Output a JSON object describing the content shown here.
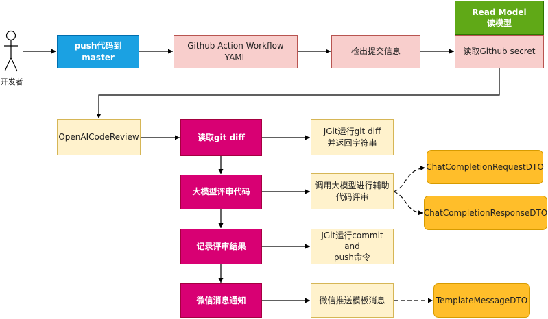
{
  "actor": {
    "label": "开发者"
  },
  "nodes": {
    "push_master": "push代码到master",
    "github_action": "Github Action Workflow YAML",
    "check_commit": "检出提交信息",
    "read_secret": "读取Github secret",
    "read_model_header": "Read Model\n读模型",
    "openai_review": "OpenAICodeReview",
    "read_git_diff": "读取git diff",
    "jgit_diff": "JGit运行git diff\n并返回字符串",
    "llm_review": "大模型评审代码",
    "llm_assist": "调用大模型进行辅助\n代码评审",
    "request_dto": "ChatCompletionRequestDTO",
    "response_dto": "ChatCompletionResponseDTO",
    "record_result": "记录评审结果",
    "jgit_commit": "JGit运行commit and\npush命令",
    "wechat_notify": "微信消息通知",
    "wechat_push": "微信推送模板消息",
    "template_dto": "TemplateMessageDTO"
  },
  "colors": {
    "blue": "#1ba1e2",
    "pink": "#f8cecc",
    "green": "#60a917",
    "cream": "#fff2cc",
    "magenta": "#d80073",
    "orange": "#ffbe2a"
  }
}
